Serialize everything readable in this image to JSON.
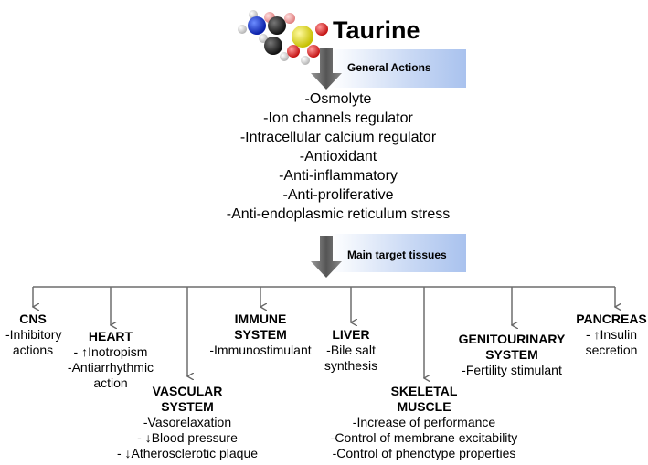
{
  "title": "Taurine",
  "general_label": "General Actions",
  "actions": [
    "-Osmolyte",
    "-Ion channels regulator",
    "-Intracellular calcium regulator",
    "-Antioxidant",
    "-Anti-inflammatory",
    "-Anti-proliferative",
    "-Anti-endoplasmic reticulum stress"
  ],
  "targets_label": "Main target tissues",
  "tissues": [
    {
      "name": [
        "CNS"
      ],
      "lines": [
        "-Inhibitory",
        "actions"
      ]
    },
    {
      "name": [
        "HEART"
      ],
      "lines": [
        "- ↑Inotropism",
        "-Antiarrhythmic",
        "action"
      ]
    },
    {
      "name": [
        "VASCULAR",
        "SYSTEM"
      ],
      "lines": [
        "-Vasorelaxation",
        "- ↓Blood pressure",
        "- ↓Atherosclerotic plaque"
      ]
    },
    {
      "name": [
        "IMMUNE",
        "SYSTEM"
      ],
      "lines": [
        "-Immunostimulant"
      ]
    },
    {
      "name": [
        "LIVER"
      ],
      "lines": [
        "-Bile salt",
        "synthesis"
      ]
    },
    {
      "name": [
        "SKELETAL",
        "MUSCLE"
      ],
      "lines": [
        "-Increase of performance",
        "-Control of membrane excitability",
        "-Control of phenotype properties"
      ]
    },
    {
      "name": [
        "GENITOURINARY",
        "SYSTEM"
      ],
      "lines": [
        "-Fertility stimulant"
      ]
    },
    {
      "name": [
        "PANCREAS"
      ],
      "lines": [
        "- ↑Insulin",
        "secretion"
      ]
    }
  ]
}
